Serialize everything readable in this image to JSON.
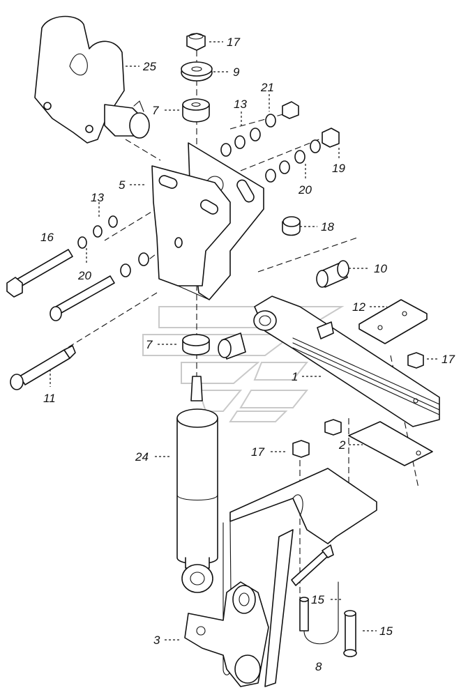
{
  "callouts": {
    "c1": "1",
    "c2": "2",
    "c3": "3",
    "c5": "5",
    "c7a": "7",
    "c7b": "7",
    "c8": "8",
    "c9": "9",
    "c10": "10",
    "c11": "11",
    "c12": "12",
    "c13a": "13",
    "c13b": "13",
    "c15a": "15",
    "c15b": "15",
    "c16": "16",
    "c17a": "17",
    "c17b": "17",
    "c17c": "17",
    "c18": "18",
    "c19": "19",
    "c20a": "20",
    "c20b": "20",
    "c21": "21",
    "c24": "24",
    "c25": "25"
  }
}
